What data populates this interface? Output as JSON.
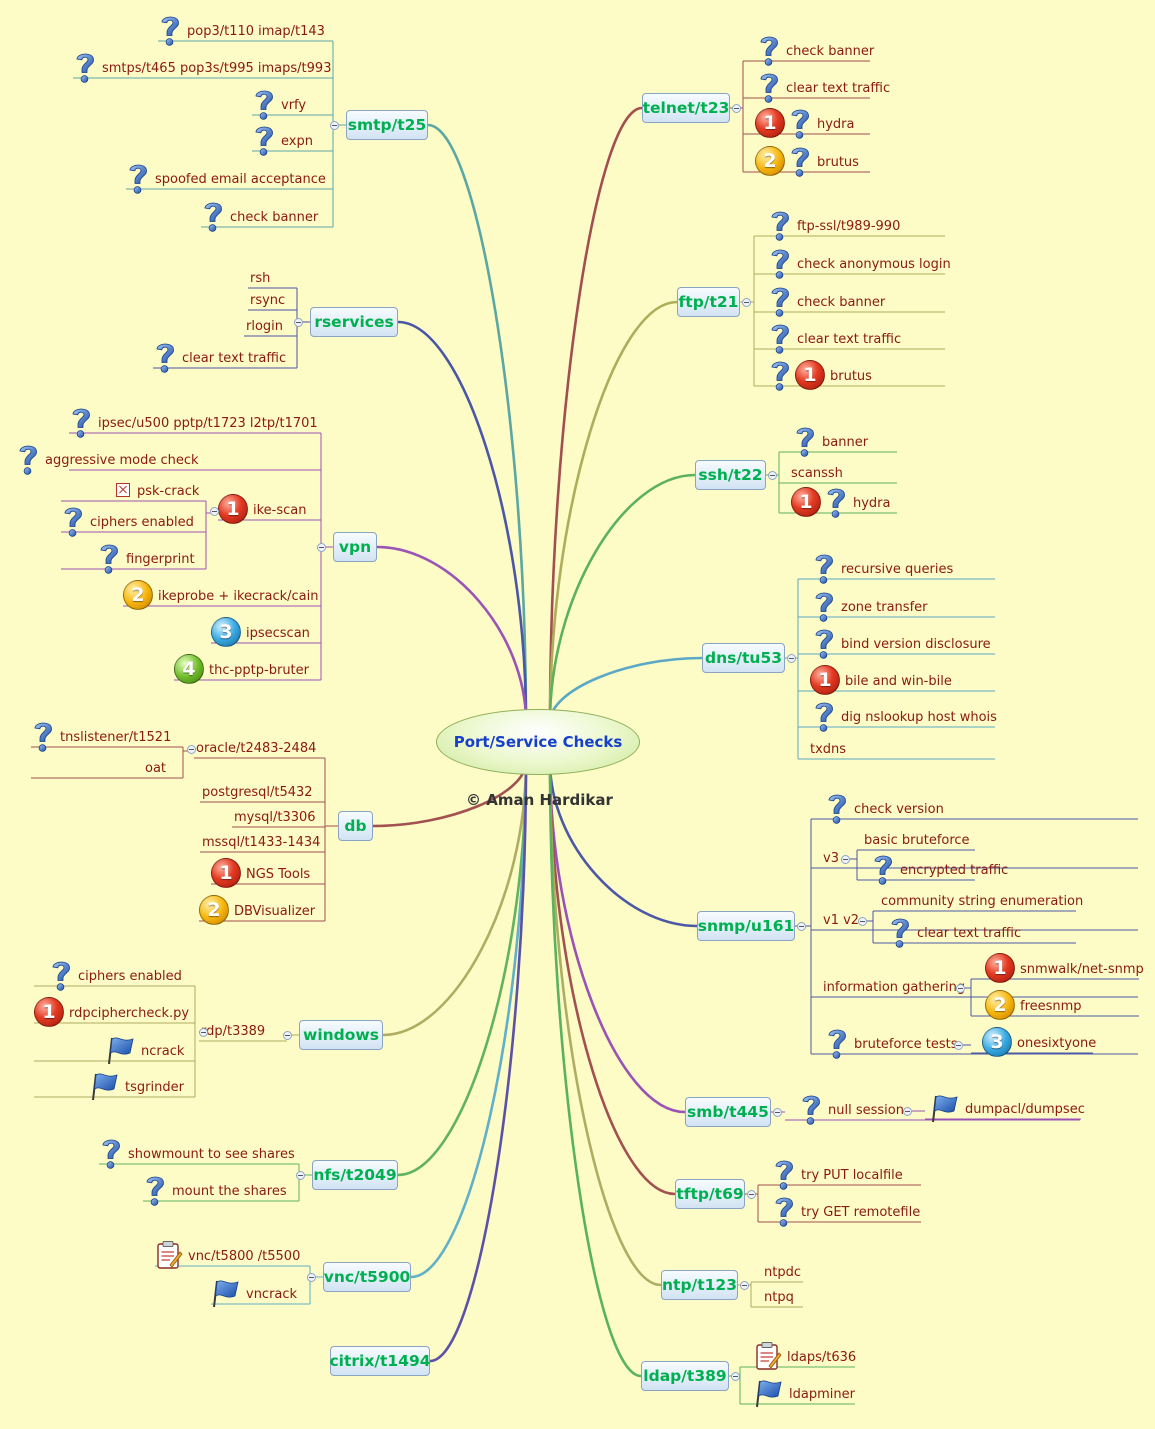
{
  "root": {
    "label": "Port/Service Checks",
    "credit": "© Aman Hardikar"
  },
  "topics": [
    {
      "label": "smtp/t25",
      "items": [
        {
          "label": "pop3/t110 imap/t143",
          "icons": [
            "question"
          ]
        },
        {
          "label": "smtps/t465 pop3s/t995 imaps/t993",
          "icons": [
            "question"
          ]
        },
        {
          "label": "vrfy",
          "icons": [
            "question"
          ]
        },
        {
          "label": "expn",
          "icons": [
            "question"
          ]
        },
        {
          "label": "spoofed email acceptance",
          "icons": [
            "question"
          ]
        },
        {
          "label": "check banner",
          "icons": [
            "question"
          ]
        }
      ]
    },
    {
      "label": "rservices",
      "items": [
        {
          "label": "rsh",
          "icons": []
        },
        {
          "label": "rsync",
          "icons": []
        },
        {
          "label": "rlogin",
          "icons": []
        },
        {
          "label": "clear text traffic",
          "icons": [
            "question"
          ]
        }
      ]
    },
    {
      "label": "vpn",
      "items": [
        {
          "label": "ipsec/u500 pptp/t1723 l2tp/t1701",
          "icons": [
            "question"
          ]
        },
        {
          "label": "aggressive mode check",
          "icons": [
            "question"
          ]
        },
        {
          "label": "ike-scan",
          "icons": [
            "priority-1"
          ],
          "children": [
            {
              "label": "psk-crack",
              "icons": [
                "cross-box"
              ]
            },
            {
              "label": "ciphers enabled",
              "icons": [
                "question"
              ]
            },
            {
              "label": "fingerprint",
              "icons": [
                "question"
              ]
            }
          ]
        },
        {
          "label": "ikeprobe + ikecrack/cain",
          "icons": [
            "priority-2"
          ]
        },
        {
          "label": "ipsecscan",
          "icons": [
            "priority-3"
          ]
        },
        {
          "label": "thc-pptp-bruter",
          "icons": [
            "priority-4"
          ]
        }
      ]
    },
    {
      "label": "db",
      "items": [
        {
          "label": "oracle/t2483-2484",
          "icons": [],
          "children": [
            {
              "label": "tnslistener/t1521",
              "icons": [
                "question"
              ]
            },
            {
              "label": "oat",
              "icons": []
            }
          ]
        },
        {
          "label": "postgresql/t5432",
          "icons": []
        },
        {
          "label": "mysql/t3306",
          "icons": []
        },
        {
          "label": "mssql/t1433-1434",
          "icons": []
        },
        {
          "label": "NGS Tools",
          "icons": [
            "priority-1"
          ]
        },
        {
          "label": "DBVisualizer",
          "icons": [
            "priority-2"
          ]
        }
      ]
    },
    {
      "label": "windows",
      "items": [
        {
          "label": "rdp/t3389",
          "icons": [],
          "children": [
            {
              "label": "ciphers enabled",
              "icons": [
                "question"
              ]
            },
            {
              "label": "rdpciphercheck.py",
              "icons": [
                "priority-1"
              ]
            },
            {
              "label": "ncrack",
              "icons": [
                "flag"
              ]
            },
            {
              "label": "tsgrinder",
              "icons": [
                "flag"
              ]
            }
          ]
        }
      ]
    },
    {
      "label": "nfs/t2049",
      "items": [
        {
          "label": "showmount to see shares",
          "icons": [
            "question"
          ]
        },
        {
          "label": "mount the shares",
          "icons": [
            "question"
          ]
        }
      ]
    },
    {
      "label": "vnc/t5900",
      "items": [
        {
          "label": "vnc/t5800 /t5500",
          "icons": [
            "task"
          ]
        },
        {
          "label": "vncrack",
          "icons": [
            "flag"
          ]
        }
      ]
    },
    {
      "label": "citrix/t1494",
      "items": []
    },
    {
      "label": "telnet/t23",
      "items": [
        {
          "label": "check banner",
          "icons": [
            "question"
          ]
        },
        {
          "label": "clear text traffic",
          "icons": [
            "question"
          ]
        },
        {
          "label": "hydra",
          "icons": [
            "priority-1",
            "question"
          ]
        },
        {
          "label": "brutus",
          "icons": [
            "priority-2",
            "question"
          ]
        }
      ]
    },
    {
      "label": "ftp/t21",
      "items": [
        {
          "label": "ftp-ssl/t989-990",
          "icons": [
            "question"
          ]
        },
        {
          "label": "check anonymous login",
          "icons": [
            "question"
          ]
        },
        {
          "label": "check banner",
          "icons": [
            "question"
          ]
        },
        {
          "label": "clear text traffic",
          "icons": [
            "question"
          ]
        },
        {
          "label": "brutus",
          "icons": [
            "question",
            "priority-1"
          ]
        }
      ]
    },
    {
      "label": "ssh/t22",
      "items": [
        {
          "label": "banner",
          "icons": [
            "question"
          ]
        },
        {
          "label": "scanssh",
          "icons": []
        },
        {
          "label": "hydra",
          "icons": [
            "priority-1",
            "question"
          ]
        }
      ]
    },
    {
      "label": "dns/tu53",
      "items": [
        {
          "label": "recursive queries",
          "icons": [
            "question"
          ]
        },
        {
          "label": "zone transfer",
          "icons": [
            "question"
          ]
        },
        {
          "label": "bind version disclosure",
          "icons": [
            "question"
          ]
        },
        {
          "label": "bile and win-bile",
          "icons": [
            "priority-1"
          ]
        },
        {
          "label": "dig nslookup host whois",
          "icons": [
            "question"
          ]
        },
        {
          "label": "txdns",
          "icons": []
        }
      ]
    },
    {
      "label": "snmp/u161",
      "items": [
        {
          "label": "check version",
          "icons": [
            "question"
          ]
        },
        {
          "label": "v3",
          "icons": [],
          "children": [
            {
              "label": "basic bruteforce",
              "icons": []
            },
            {
              "label": "encrypted traffic",
              "icons": [
                "question"
              ]
            }
          ]
        },
        {
          "label": "v1 v2",
          "icons": [],
          "children": [
            {
              "label": "community string enumeration",
              "icons": []
            },
            {
              "label": "clear text traffic",
              "icons": [
                "question"
              ]
            }
          ]
        },
        {
          "label": "information gathering",
          "icons": [],
          "children": [
            {
              "label": "snmwalk/net-snmp",
              "icons": [
                "priority-1"
              ]
            },
            {
              "label": "freesnmp",
              "icons": [
                "priority-2"
              ]
            }
          ]
        },
        {
          "label": "bruteforce tests",
          "icons": [
            "question"
          ],
          "children": [
            {
              "label": "onesixtyone",
              "icons": [
                "priority-3"
              ]
            }
          ]
        }
      ]
    },
    {
      "label": "smb/t445",
      "items": [
        {
          "label": "null session",
          "icons": [
            "question"
          ],
          "children": [
            {
              "label": "dumpacl/dumpsec",
              "icons": [
                "flag"
              ]
            }
          ]
        }
      ]
    },
    {
      "label": "tftp/t69",
      "items": [
        {
          "label": "try PUT localfile",
          "icons": [
            "question"
          ]
        },
        {
          "label": "try GET remotefile",
          "icons": [
            "question"
          ]
        }
      ]
    },
    {
      "label": "ntp/t123",
      "items": [
        {
          "label": "ntpdc",
          "icons": []
        },
        {
          "label": "ntpq",
          "icons": []
        }
      ]
    },
    {
      "label": "ldap/t389",
      "items": [
        {
          "label": "ldaps/t636",
          "icons": [
            "task"
          ]
        },
        {
          "label": "ldapminer",
          "icons": [
            "flag"
          ]
        }
      ]
    }
  ],
  "colors": {
    "background": "#fdfbc6",
    "topic_text": "#00b050",
    "item_text": "#8b1a10",
    "root_text": "#1740c8"
  }
}
